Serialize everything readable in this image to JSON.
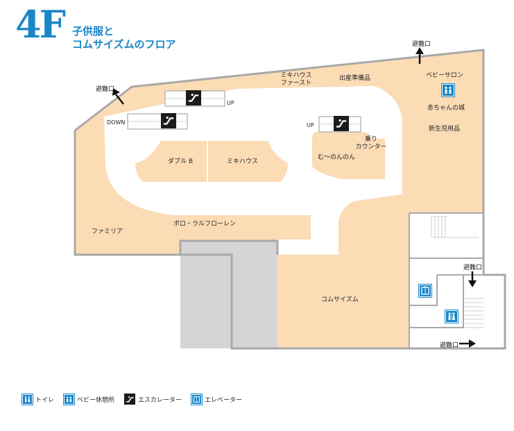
{
  "header": {
    "floor": "4F",
    "title_line1": "子供服と",
    "title_line2": "コムサイズムのフロア"
  },
  "colors": {
    "accent": "#1a86c8",
    "store_fill": "#fbdcb5",
    "wall": "#a8a8a8",
    "void_gray": "#d5d5d5",
    "icon_dark": "#1b1b1b"
  },
  "stores": {
    "mikihouse_first": "ミキハウス\nファースト",
    "demand": "出産準備品",
    "baby_salon": "ベビーサロン",
    "akachan": "赤ちゃんの城",
    "newborn": "新生児用品",
    "double_b": "ダブル B",
    "mikihouse": "ミキハウス",
    "mu_non": "む～のんのん",
    "ride_counter": "乗り\nカウンター",
    "polo": "ポロ・ラルフローレン",
    "familiar": "ファミリア",
    "comme_ca": "コムサイズム"
  },
  "labels": {
    "up1": "UP",
    "down": "DOWN",
    "up2": "UP"
  },
  "exits": {
    "top_right": "避難口",
    "top_left": "避難口",
    "right_mid": "避難口",
    "bottom_right": "避難口"
  },
  "legend": {
    "toilet": "トイレ",
    "baby_rest": "ベビー休憩所",
    "escalator": "エスカレーター",
    "elevator": "エレベーター"
  },
  "icons": [
    "escalator-icon",
    "elevator-icon",
    "toilet-icon",
    "baby-room-icon",
    "arrow-icon"
  ]
}
